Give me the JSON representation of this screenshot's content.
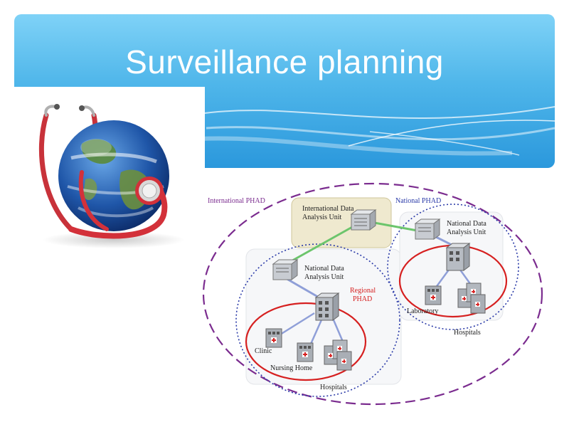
{
  "slide": {
    "title": "Surveillance planning"
  },
  "image": {
    "icon": "globe-stethoscope-icon"
  },
  "diagram": {
    "labels": {
      "international_phad": "International PHAD",
      "national_phad": "National PHAD",
      "intl_unit_line1": "International Data",
      "intl_unit_line2": "Analysis Unit",
      "national_unit_right_line1": "National Data",
      "national_unit_right_line2": "Analysis Unit",
      "national_unit_left_line1": "National Data",
      "national_unit_left_line2": "Analysis Unit",
      "regional_line1": "Regional",
      "regional_line2": "PHAD",
      "laboratory": "Laboratory",
      "hospitals_right": "Hospitals",
      "clinic": "Clinic",
      "nursing_home": "Nursing Home",
      "hospitals_left": "Hospitals"
    },
    "colors": {
      "international_ring": "#7b2c8f",
      "national_ring": "#2a3aa8",
      "regional_ring": "#d62020",
      "green_link": "#6cc56c",
      "blue_link": "#8f9fd8"
    }
  }
}
